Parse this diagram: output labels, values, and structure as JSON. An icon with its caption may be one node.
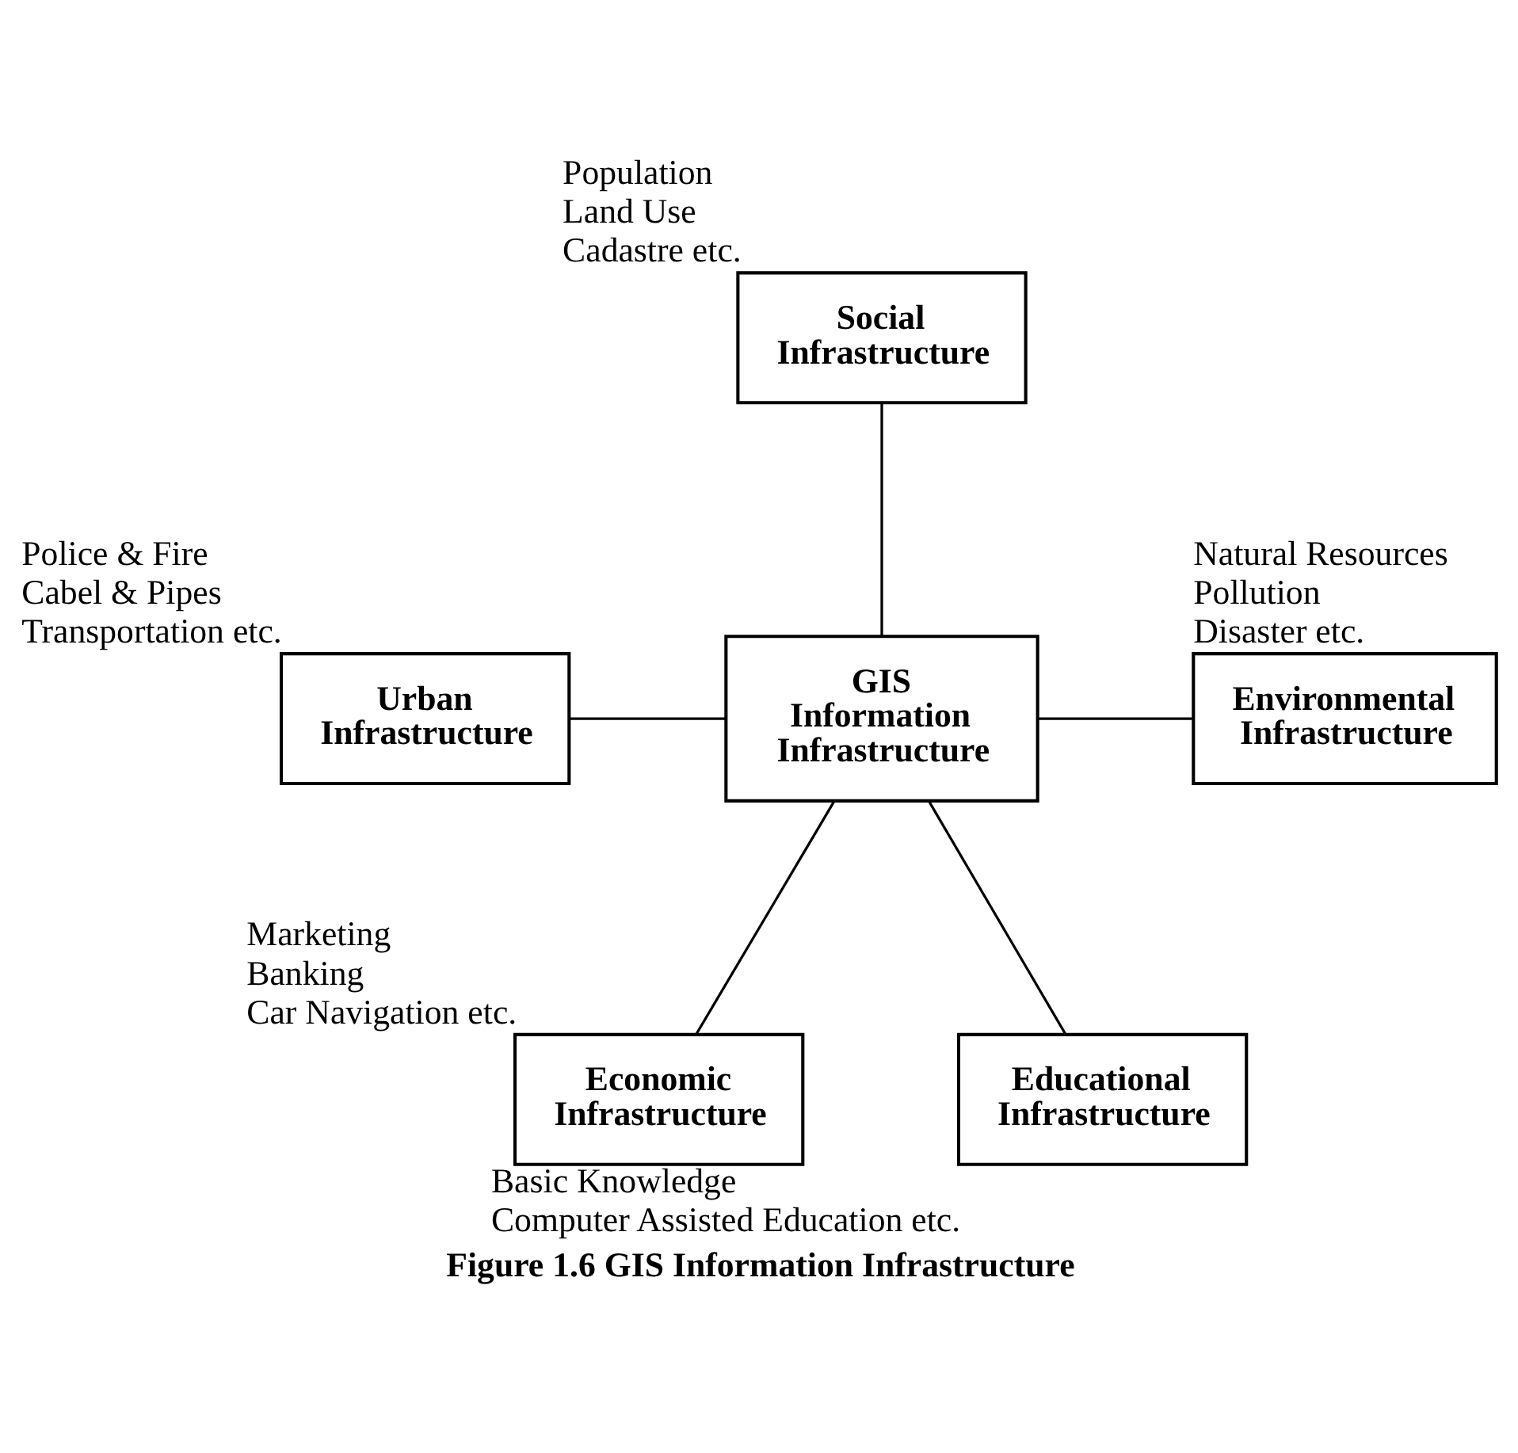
{
  "diagram": {
    "caption": "Figure 1.6 GIS Information Infrastructure",
    "nodes": [
      {
        "text": [
          "Social Infrastructure"
        ],
        "beside": [
          "Population",
          "Land Use",
          "Cadastre etc."
        ]
      },
      {
        "text": [
          "Urban Infrastructure"
        ],
        "beside": [
          "Police & Fire",
          "Cabel & Pipes",
          "Transportation etc."
        ]
      },
      {
        "text": [
          "GIS Information Infrastructure"
        ]
      },
      {
        "text": [
          "Environmental Infrastructure"
        ],
        "beside": [
          "Natural Resources",
          "Pollution",
          "Disaster etc."
        ]
      },
      {
        "text": [
          "Economic Infrastructure"
        ],
        "beside": [
          "Marketing",
          "Banking",
          "Car Navigation etc."
        ]
      },
      {
        "text": [
          "Educational Infrastructure"
        ],
        "beside": [
          "Basic Knowledge",
          "Computer Assisted Education etc."
        ]
      }
    ],
    "edges": [
      {
        "from": 2,
        "to": 0,
        "arrow": "none"
      },
      {
        "from": 2,
        "to": 1,
        "arrow": "none"
      },
      {
        "from": 2,
        "to": 3,
        "arrow": "none"
      },
      {
        "from": 2,
        "to": 4,
        "arrow": "none"
      },
      {
        "from": 2,
        "to": 5,
        "arrow": "none"
      }
    ]
  }
}
